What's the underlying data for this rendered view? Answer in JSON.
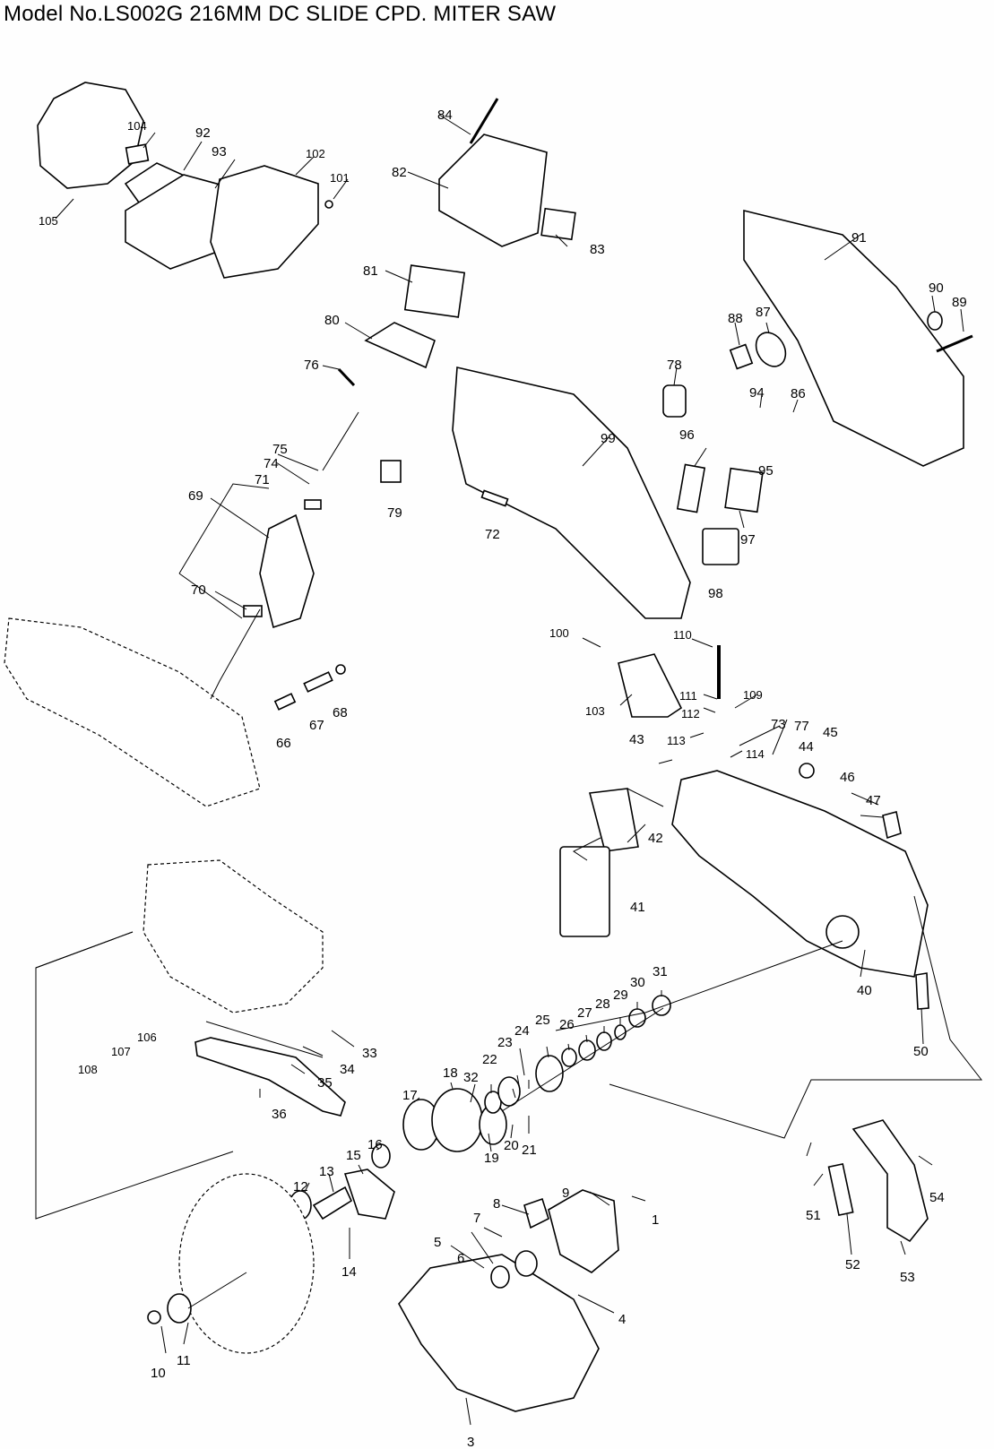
{
  "header": {
    "title": "Model No.LS002G 216MM DC SLIDE CPD. MITER SAW"
  },
  "diagram": {
    "kind": "exploded parts diagram",
    "parts": [
      {
        "id": "1",
        "label": "1"
      },
      {
        "id": "3",
        "label": "3"
      },
      {
        "id": "4",
        "label": "4"
      },
      {
        "id": "5",
        "label": "5"
      },
      {
        "id": "6",
        "label": "6"
      },
      {
        "id": "7",
        "label": "7"
      },
      {
        "id": "8",
        "label": "8"
      },
      {
        "id": "9",
        "label": "9"
      },
      {
        "id": "10",
        "label": "10"
      },
      {
        "id": "11",
        "label": "11"
      },
      {
        "id": "12",
        "label": "12"
      },
      {
        "id": "13",
        "label": "13"
      },
      {
        "id": "14",
        "label": "14"
      },
      {
        "id": "15",
        "label": "15"
      },
      {
        "id": "16",
        "label": "16"
      },
      {
        "id": "17",
        "label": "17"
      },
      {
        "id": "18",
        "label": "18"
      },
      {
        "id": "19",
        "label": "19"
      },
      {
        "id": "20",
        "label": "20"
      },
      {
        "id": "21",
        "label": "21"
      },
      {
        "id": "22",
        "label": "22"
      },
      {
        "id": "23",
        "label": "23"
      },
      {
        "id": "24",
        "label": "24"
      },
      {
        "id": "25",
        "label": "25"
      },
      {
        "id": "26",
        "label": "26"
      },
      {
        "id": "27",
        "label": "27"
      },
      {
        "id": "28",
        "label": "28"
      },
      {
        "id": "29",
        "label": "29"
      },
      {
        "id": "30",
        "label": "30"
      },
      {
        "id": "31",
        "label": "31"
      },
      {
        "id": "32",
        "label": "32"
      },
      {
        "id": "33",
        "label": "33"
      },
      {
        "id": "34",
        "label": "34"
      },
      {
        "id": "35",
        "label": "35"
      },
      {
        "id": "36",
        "label": "36"
      },
      {
        "id": "40",
        "label": "40"
      },
      {
        "id": "41",
        "label": "41"
      },
      {
        "id": "42",
        "label": "42"
      },
      {
        "id": "43",
        "label": "43"
      },
      {
        "id": "44",
        "label": "44"
      },
      {
        "id": "45",
        "label": "45"
      },
      {
        "id": "46",
        "label": "46"
      },
      {
        "id": "47",
        "label": "47"
      },
      {
        "id": "50",
        "label": "50"
      },
      {
        "id": "51",
        "label": "51"
      },
      {
        "id": "52",
        "label": "52"
      },
      {
        "id": "53",
        "label": "53"
      },
      {
        "id": "54",
        "label": "54"
      },
      {
        "id": "66",
        "label": "66"
      },
      {
        "id": "67",
        "label": "67"
      },
      {
        "id": "68",
        "label": "68"
      },
      {
        "id": "69",
        "label": "69"
      },
      {
        "id": "70",
        "label": "70"
      },
      {
        "id": "71",
        "label": "71"
      },
      {
        "id": "72",
        "label": "72"
      },
      {
        "id": "73",
        "label": "73"
      },
      {
        "id": "74",
        "label": "74"
      },
      {
        "id": "75",
        "label": "75"
      },
      {
        "id": "76",
        "label": "76"
      },
      {
        "id": "77",
        "label": "77"
      },
      {
        "id": "78",
        "label": "78"
      },
      {
        "id": "79",
        "label": "79"
      },
      {
        "id": "80",
        "label": "80"
      },
      {
        "id": "81",
        "label": "81"
      },
      {
        "id": "82",
        "label": "82"
      },
      {
        "id": "83",
        "label": "83"
      },
      {
        "id": "84",
        "label": "84"
      },
      {
        "id": "86",
        "label": "86"
      },
      {
        "id": "87",
        "label": "87"
      },
      {
        "id": "88",
        "label": "88"
      },
      {
        "id": "89",
        "label": "89"
      },
      {
        "id": "90",
        "label": "90"
      },
      {
        "id": "91",
        "label": "91"
      },
      {
        "id": "92",
        "label": "92"
      },
      {
        "id": "93",
        "label": "93"
      },
      {
        "id": "94",
        "label": "94"
      },
      {
        "id": "95",
        "label": "95"
      },
      {
        "id": "96",
        "label": "96"
      },
      {
        "id": "97",
        "label": "97"
      },
      {
        "id": "98",
        "label": "98"
      },
      {
        "id": "99",
        "label": "99"
      },
      {
        "id": "100",
        "label": "100"
      },
      {
        "id": "101",
        "label": "101"
      },
      {
        "id": "102",
        "label": "102"
      },
      {
        "id": "103",
        "label": "103"
      },
      {
        "id": "104",
        "label": "104"
      },
      {
        "id": "105",
        "label": "105"
      },
      {
        "id": "106",
        "label": "106"
      },
      {
        "id": "107",
        "label": "107"
      },
      {
        "id": "108",
        "label": "108"
      },
      {
        "id": "109",
        "label": "109"
      },
      {
        "id": "110",
        "label": "110"
      },
      {
        "id": "111",
        "label": "111"
      },
      {
        "id": "112",
        "label": "112"
      },
      {
        "id": "113",
        "label": "113"
      },
      {
        "id": "114",
        "label": "114"
      }
    ]
  }
}
